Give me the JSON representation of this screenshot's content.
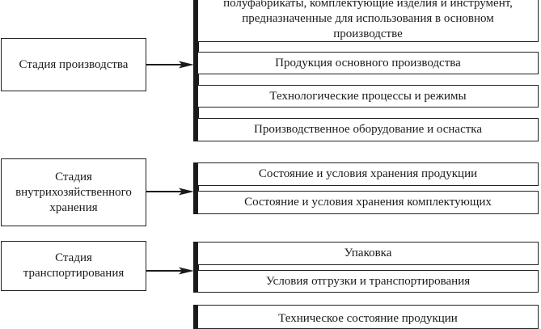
{
  "groups": [
    {
      "stage": "Стадия производства",
      "items": [
        "полуфабрикаты, комплектующие изделия и инструмент, предназначенные для использования в основном производстве",
        "Продукция основного производства",
        "Технологические процессы и режимы",
        "Производственное оборудование и оснастка"
      ]
    },
    {
      "stage": "Стадия внутрихозяйственного хранения",
      "items": [
        "Состояние и условия хранения продукции",
        "Состояние и условия хранения комплектующих"
      ]
    },
    {
      "stage": "Стадия транспортирования",
      "items": [
        "Упаковка",
        "Условия отгрузки и транспортирования"
      ]
    },
    {
      "items": [
        "Техническое состояние продукции"
      ]
    }
  ]
}
